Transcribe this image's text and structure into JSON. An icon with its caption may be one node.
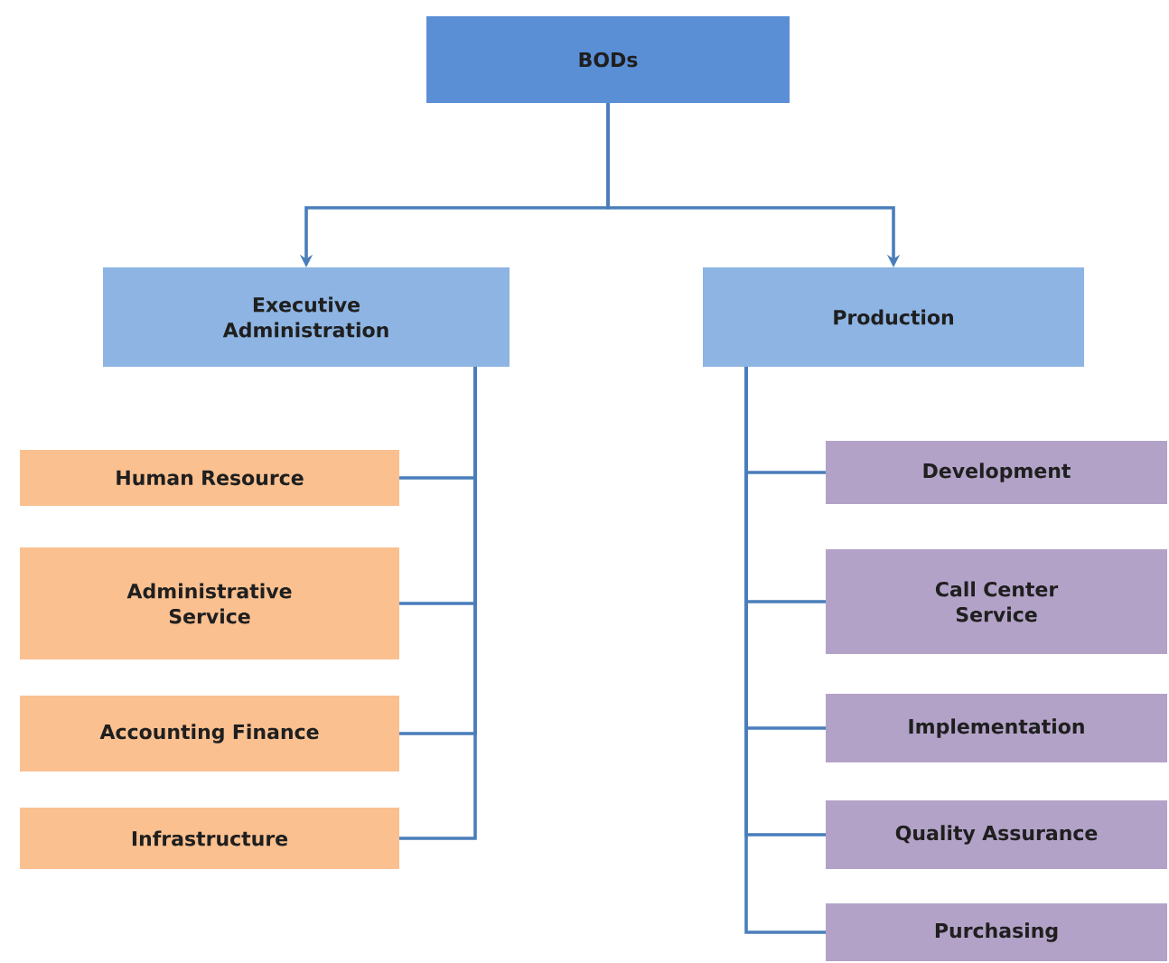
{
  "diagram": {
    "nodes": [
      {
        "text": [
          "BODs"
        ]
      },
      {
        "text": [
          "Executive Administration"
        ]
      },
      {
        "text": [
          "Production"
        ]
      },
      {
        "text": [
          "Human Resource"
        ]
      },
      {
        "text": [
          "Administrative Service"
        ]
      },
      {
        "text": [
          "Accounting Finance"
        ]
      },
      {
        "text": [
          "Infrastructure"
        ]
      },
      {
        "text": [
          "Development"
        ]
      },
      {
        "text": [
          "Call Center Service"
        ]
      },
      {
        "text": [
          "Implementation"
        ]
      },
      {
        "text": [
          "Quality Assurance"
        ]
      },
      {
        "text": [
          "Purchasing"
        ]
      }
    ],
    "edges": [
      {
        "from": 0,
        "to": 1,
        "arrow": "to"
      },
      {
        "from": 0,
        "to": 2,
        "arrow": "to"
      },
      {
        "from": 1,
        "to": 3,
        "arrow": "none"
      },
      {
        "from": 1,
        "to": 4,
        "arrow": "none"
      },
      {
        "from": 1,
        "to": 5,
        "arrow": "none"
      },
      {
        "from": 1,
        "to": 6,
        "arrow": "none"
      },
      {
        "from": 2,
        "to": 7,
        "arrow": "none"
      },
      {
        "from": 2,
        "to": 8,
        "arrow": "none"
      },
      {
        "from": 2,
        "to": 9,
        "arrow": "none"
      },
      {
        "from": 2,
        "to": 10,
        "arrow": "none"
      },
      {
        "from": 2,
        "to": 11,
        "arrow": "none"
      }
    ]
  }
}
